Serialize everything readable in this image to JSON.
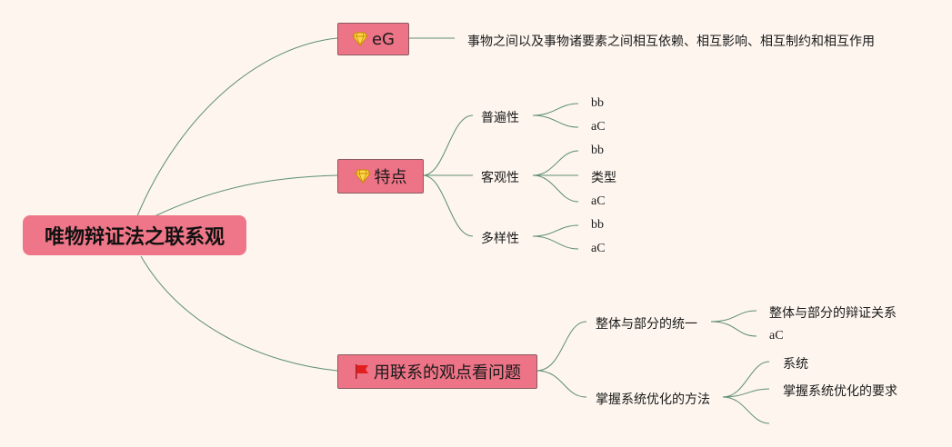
{
  "root": {
    "label": "唯物辩证法之联系观"
  },
  "branches": {
    "eg": {
      "label": "eG",
      "icon": "diamond-icon",
      "definition": "事物之间以及事物诸要素之间相互依赖、相互影响、相互制约和相互作用"
    },
    "features": {
      "label": "特点",
      "icon": "diamond-icon",
      "universality": {
        "label": "普遍性",
        "leaves": [
          "bb",
          "aC"
        ]
      },
      "objectivity": {
        "label": "客观性",
        "leaves": [
          "bb",
          "类型",
          "aC"
        ]
      },
      "diversity": {
        "label": "多样性",
        "leaves": [
          "bb",
          "aC"
        ]
      }
    },
    "apply": {
      "label": "用联系的观点看问题",
      "icon": "red-flag-icon",
      "whole_part": {
        "label": "整体与部分的统一",
        "leaves": [
          "整体与部分的辩证关系",
          "aC"
        ]
      },
      "system": {
        "label": "掌握系统优化的方法",
        "leaves": [
          "系统",
          "掌握系统优化的要求",
          ""
        ]
      }
    }
  },
  "colors": {
    "node_fill": "#ed7386",
    "line": "#5f8f6f",
    "background": "#fdf5ee"
  }
}
